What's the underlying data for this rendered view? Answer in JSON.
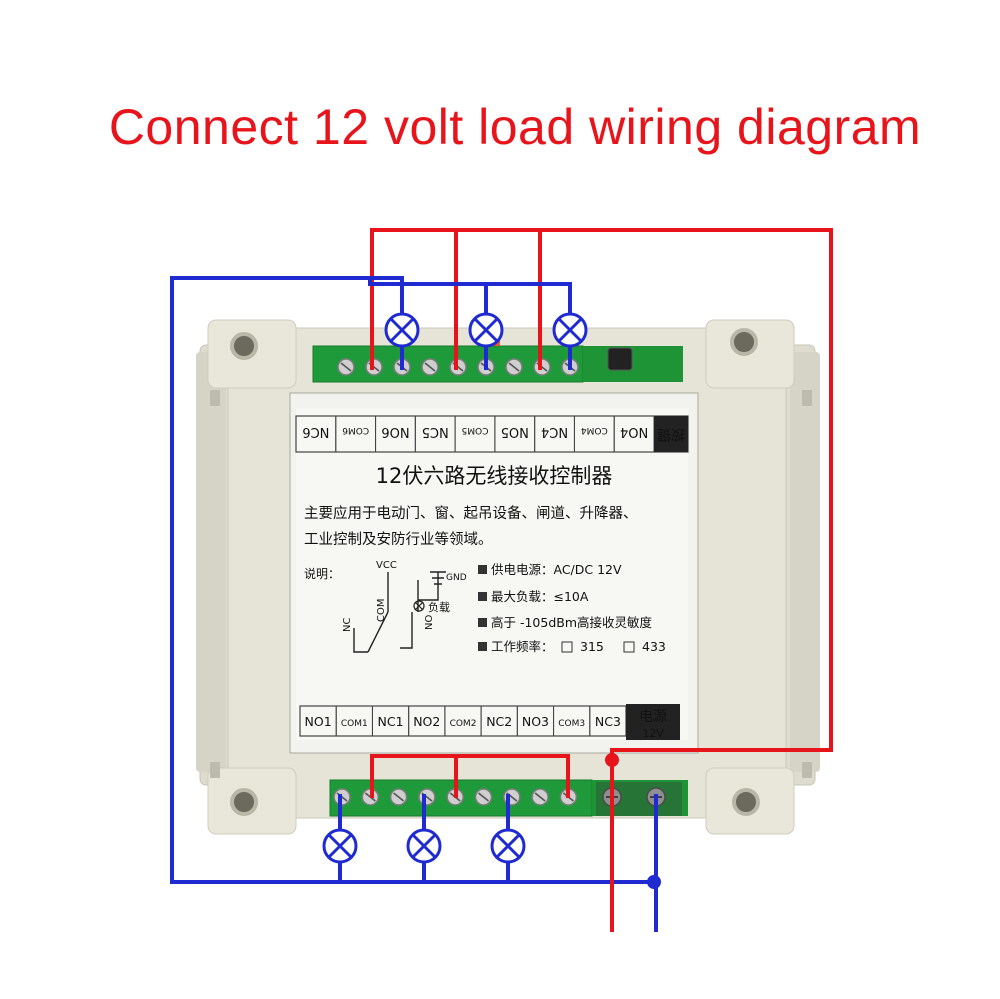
{
  "title": "Connect 12 volt load wiring diagram",
  "device": {
    "heading": "12伏六路无线接收控制器",
    "description_line1": "主要应用于电动门、窗、起吊设备、闸道、升降器、",
    "description_line2": "工业控制及安防行业等领域。",
    "legend_title": "说明：",
    "vcc": "VCC",
    "gnd": "GND",
    "nc": "NC",
    "com": "COM",
    "no": "NO",
    "load": "负载",
    "spec_power": "供电电源：AC/DC 12V",
    "spec_max_load": "最大负载：≤10A",
    "spec_sensitivity": "高于 -105dBm高接收灵敏度",
    "spec_freq_label": "工作频率：",
    "spec_freq_1": "315",
    "spec_freq_2": "433",
    "top_terminals": [
      "NC6",
      "COM6",
      "NO6",
      "NC5",
      "COM5",
      "NO5",
      "NC4",
      "COM4",
      "NO4"
    ],
    "top_button_label": "按键",
    "bottom_terminals": [
      "NO1",
      "COM1",
      "NC1",
      "NO2",
      "COM2",
      "NC2",
      "NO3",
      "COM3",
      "NC3"
    ],
    "power_label": "电源",
    "power_voltage": "12V"
  },
  "colors": {
    "positive_wire": "#e8141c",
    "negative_wire": "#1f2bd0",
    "housing": "#e4e2d4",
    "terminal_block": "#1f9a3a"
  }
}
